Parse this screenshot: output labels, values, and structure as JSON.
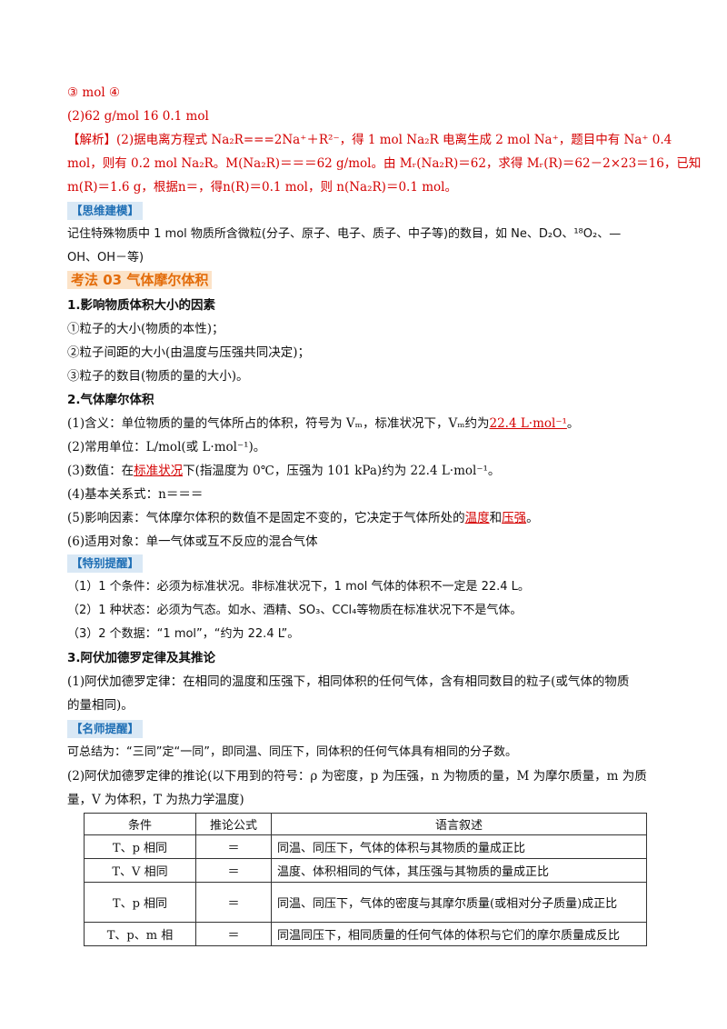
{
  "lines": {
    "l1": "③  mol   ④",
    "l2": "(2)62 g/mol    16    0.1 mol",
    "l3": "【解析】(2)据电离方程式 Na₂R===2Na⁺＋R²⁻，得 1 mol Na₂R 电离生成 2 mol Na⁺，题目中有 Na⁺  0.4",
    "l4": "mol，则有 0.2 mol Na₂R。M(Na₂R)＝＝＝62 g/mol。由 Mᵣ(Na₂R)＝62，求得 Mᵣ(R)＝62－2×23＝16，已知",
    "l5": "m(R)＝1.6 g，根据n＝，得n(R)＝0.1 mol，则 n(Na₂R)＝0.1 mol。"
  },
  "tags": {
    "siwei": "【思维建模】",
    "tebie": "【特别提醒】",
    "mingshi": "【名师提醒】"
  },
  "siwei_text": {
    "a": "记住特殊物质中 1 mol 物质所含微粒(分子、原子、电子、质子、中子等)的数目，如 Ne、D₂O、¹⁸O₂、—",
    "b": "OH、OH－等)"
  },
  "section_title": "考法 03  气体摩尔体积",
  "h1": "1.影响物质体积大小的因素",
  "f1": "①粒子的大小(物质的本性)；",
  "f2": "②粒子间距的大小(由温度与压强共同决定)；",
  "f3": "③粒子的数目(物质的量的大小)。",
  "h2": "2.气体摩尔体积",
  "p1a": "(1)含义：单位物质的量的气体所占的体积，符号为 Vₘ，标准状况下，Vₘ约为",
  "p1b": "22.4  L·mol⁻¹",
  "p1c": "。",
  "p2": "(2)常用单位：L/mol(或 L·mol⁻¹)。",
  "p3a": "(3)数值：在",
  "p3b": "标准状况",
  "p3c": "下(指温度为 0℃，压强为 101 kPa)约为 22.4 L·mol⁻¹。",
  "p4": "(4)基本关系式：n＝＝＝",
  "p5a": "(5)影响因素：气体摩尔体积的数值不是固定不变的，它决定于气体所处的",
  "p5b": "温度",
  "p5c": "和",
  "p5d": "压强",
  "p5e": "。",
  "p6": "(6)适用对象：单一气体或互不反应的混合气体",
  "tb1": "（1）1 个条件：必须为标准状况。非标准状况下，1 mol 气体的体积不一定是 22.4 L。",
  "tb2": "（2）1 种状态：必须为气态。如水、酒精、SO₃、CCl₄等物质在标准状况下不是气体。",
  "tb3": "（3）2 个数据：“1 mol”，“约为 22.4 L”。",
  "h3": "3.阿伏加德罗定律及其推论",
  "a1a": "(1)阿伏加德罗定律：在相同的温度和压强下，相同体积的任何气体，含有相同数目的粒子(或气体的物质",
  "a1b": "的量相同)。",
  "ms1": "可总结为：“三同”定“一同”，即同温、同压下，同体积的任何气体具有相同的分子数。",
  "a2a": "(2)阿伏加德罗定律的推论(以下用到的符号：ρ 为密度，p 为压强，n 为物质的量，M 为摩尔质量，m 为质",
  "a2b": "量，V 为体积，T 为热力学温度)",
  "table": {
    "headers": [
      "条件",
      "推论公式",
      "语言叙述"
    ],
    "rows": [
      [
        "T、p 相同",
        "＝",
        "同温、同压下，气体的体积与其物质的量成正比"
      ],
      [
        "T、V 相同",
        "＝",
        "温度、体积相同的气体，其压强与其物质的量成正比"
      ],
      [
        "T、p 相同",
        "＝",
        "同温、同压下，气体的密度与其摩尔质量(或相对分子质量)成正比"
      ],
      [
        "T、p、m 相",
        "＝",
        "同温同压下，相同质量的任何气体的体积与它们的摩尔质量成反比"
      ]
    ]
  }
}
